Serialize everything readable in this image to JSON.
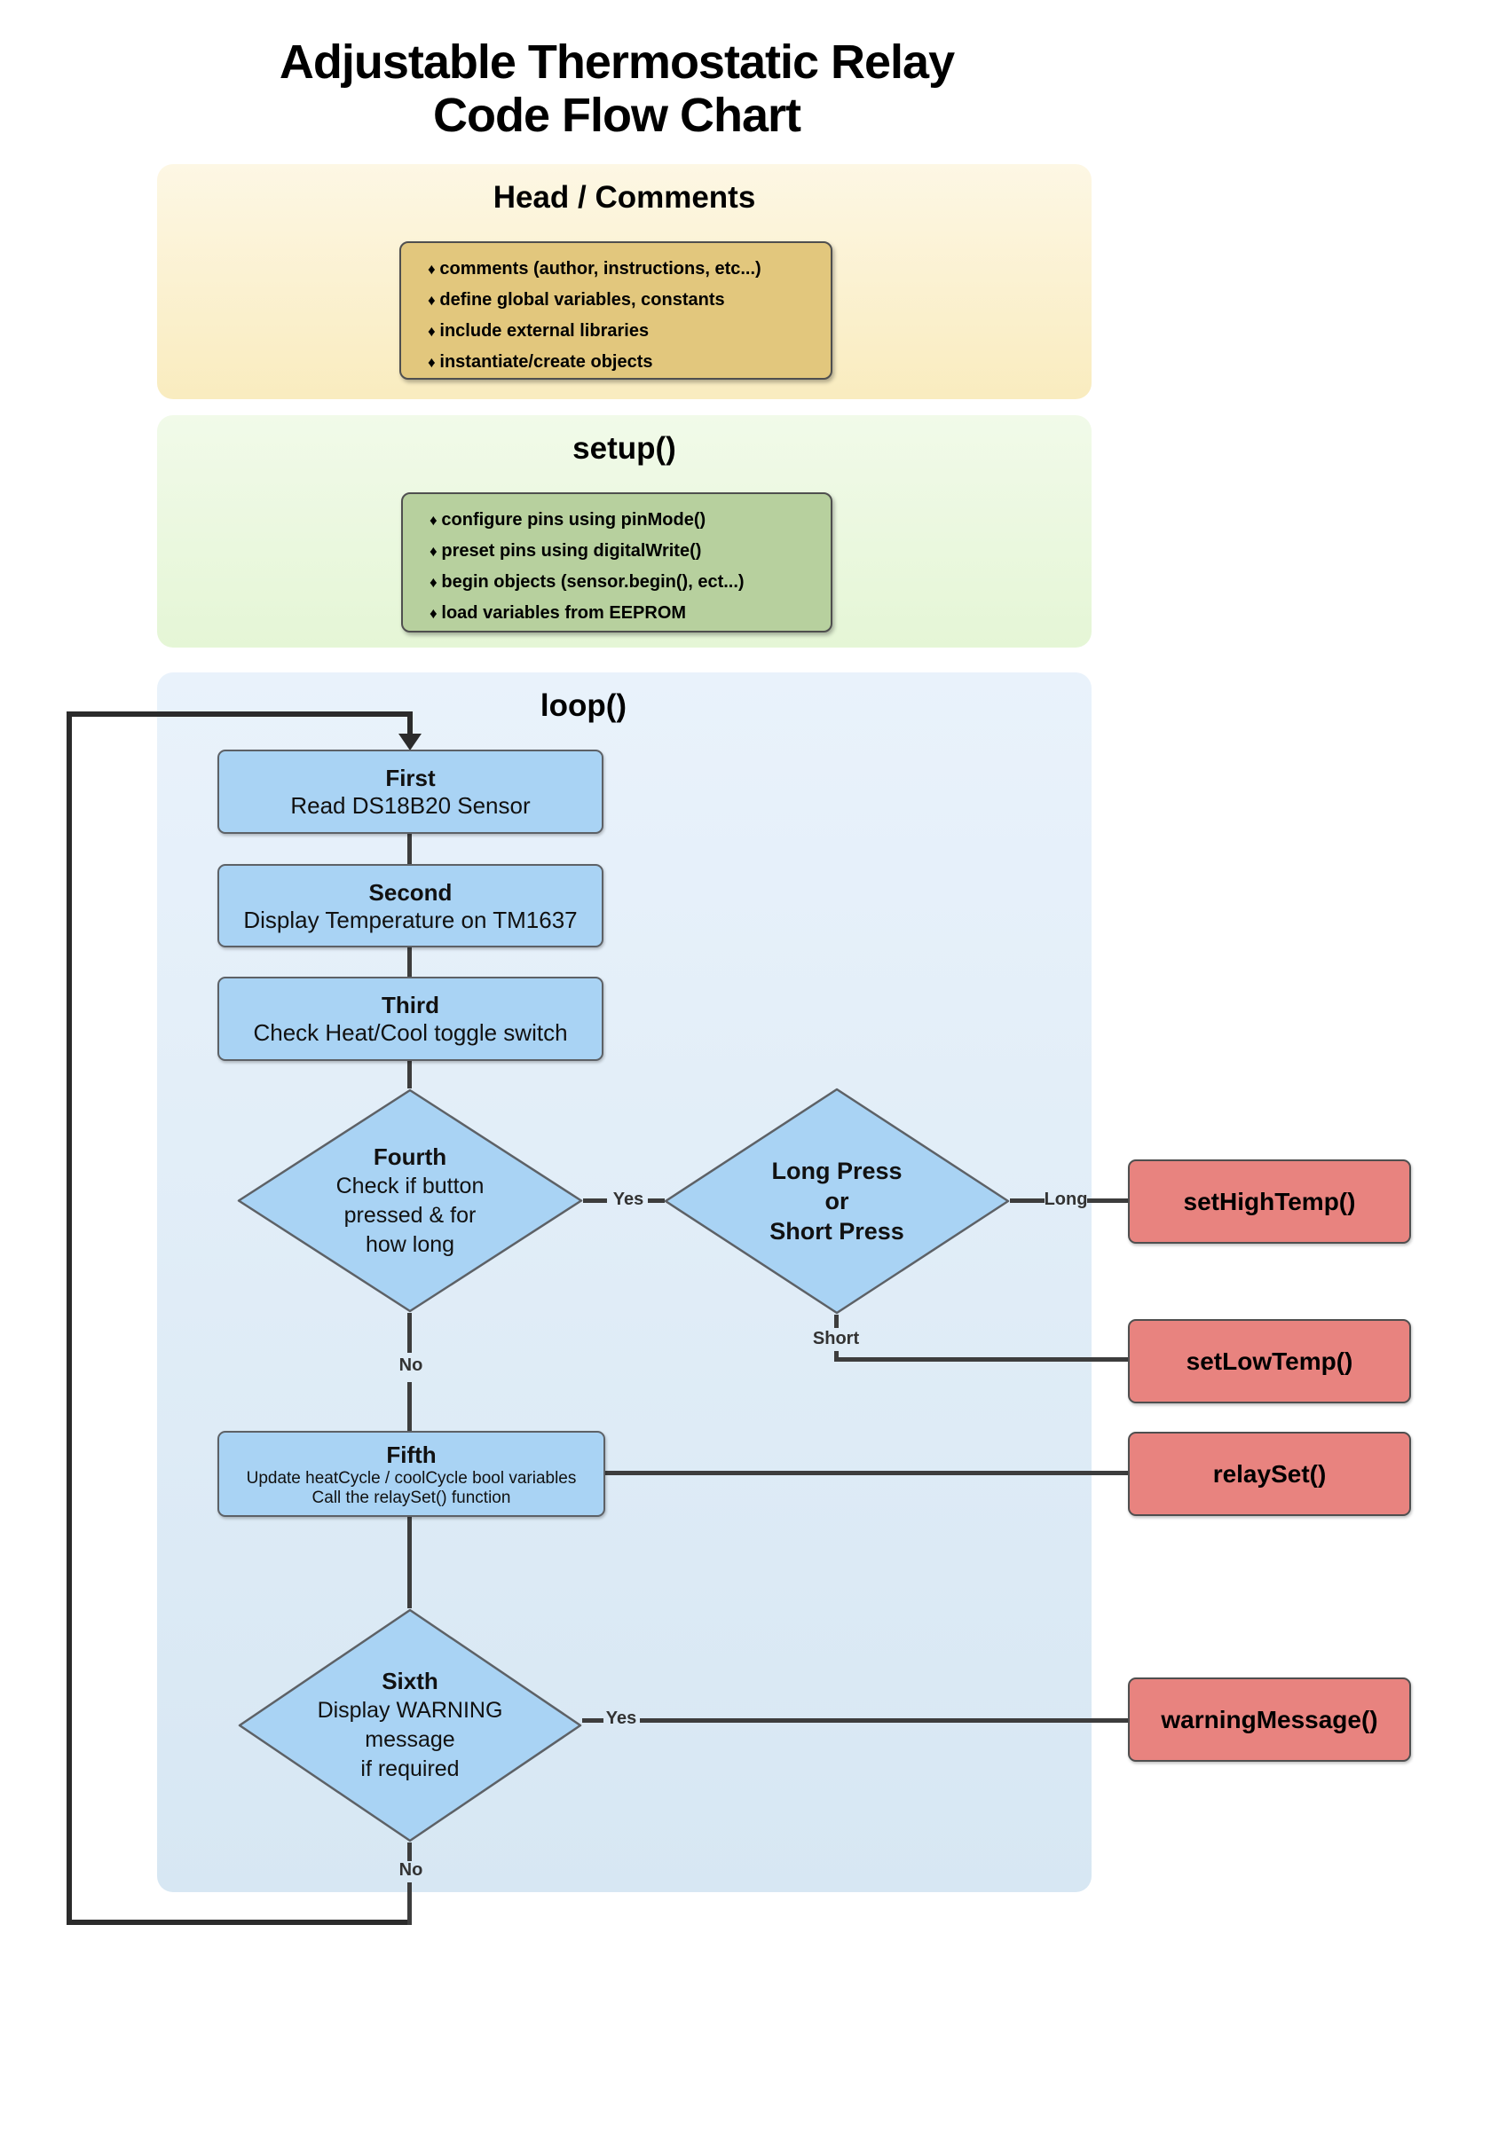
{
  "title": {
    "lines": [
      "Adjustable Thermostatic Relay",
      "Code Flow Chart"
    ]
  },
  "sections": {
    "head": {
      "title": "Head / Comments",
      "bullets": [
        "comments (author, instructions, etc...)",
        "define global variables, constants",
        "include external libraries",
        "instantiate/create objects"
      ]
    },
    "setup": {
      "title": "setup()",
      "bullets": [
        "configure pins using pinMode()",
        "preset pins using digitalWrite()",
        "begin objects (sensor.begin(), ect...)",
        "load variables from EEPROM"
      ]
    },
    "loop": {
      "title": "loop()"
    }
  },
  "flow": {
    "first": {
      "title": "First",
      "body": "Read DS18B20 Sensor"
    },
    "second": {
      "title": "Second",
      "body": "Display Temperature on TM1637"
    },
    "third": {
      "title": "Third",
      "body": "Check Heat/Cool toggle switch"
    },
    "fourth": {
      "title": "Fourth",
      "lines": [
        "Check if button",
        "pressed & for",
        "how long"
      ]
    },
    "long_short": {
      "lines": [
        "Long Press",
        "or",
        "Short Press"
      ]
    },
    "fifth": {
      "title": "Fifth",
      "lines": [
        "Update heatCycle / coolCycle bool variables",
        "Call the relaySet() function"
      ]
    },
    "sixth": {
      "title": "Sixth",
      "lines": [
        "Display WARNING",
        "message",
        "if required"
      ]
    }
  },
  "functions": {
    "set_high_temp": "setHighTemp()",
    "set_low_temp": "setLowTemp()",
    "relay_set": "relaySet()",
    "warning_message": "warningMessage()"
  },
  "labels": {
    "yes": "Yes",
    "no": "No",
    "long": "Long",
    "short": "Short"
  },
  "colors": {
    "process_fill": "#a9d3f4",
    "function_fill": "#e8837f",
    "head_box_fill": "#e2c77d",
    "setup_box_fill": "#b7d09e",
    "head_panel": "#f9ecbf",
    "setup_panel": "#e5f6d6",
    "loop_panel": "#d7e7f3",
    "connector_line": "#3d3d3d",
    "loop_back_line": "#2b2b2b"
  }
}
